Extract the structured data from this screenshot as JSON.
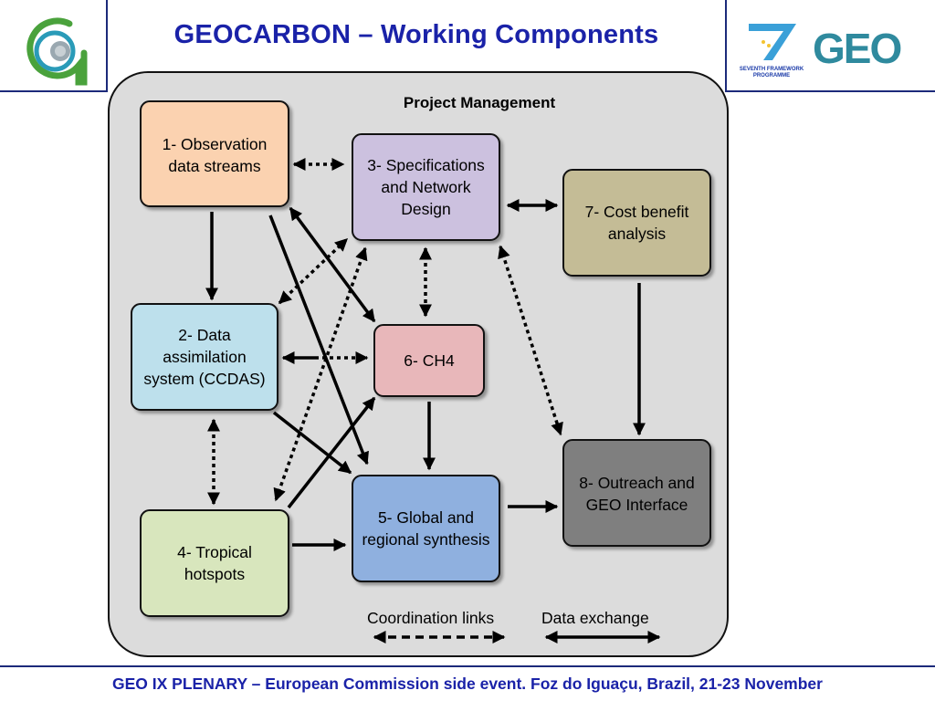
{
  "header": {
    "title": "GEOCARBON – Working Components",
    "fp7_logo_text": "SEVENTH FRAMEWORK PROGRAMME",
    "geo_logo_text": "GEO"
  },
  "diagram": {
    "panel_title": "Project Management",
    "boxes": {
      "b1": "1- Observation data streams",
      "b2": "2- Data assimilation system (CCDAS)",
      "b3": "3- Specifications and Network Design",
      "b4": "4- Tropical hotspots",
      "b5": "5- Global and regional synthesis",
      "b6": "6- CH4",
      "b7": "7- Cost benefit analysis",
      "b8": "8- Outreach and GEO Interface"
    },
    "legend": {
      "coordination": "Coordination links",
      "data_exchange": "Data exchange"
    },
    "colors": {
      "b1": "#fbd2b0",
      "b2": "#bde0ec",
      "b3": "#ccc1df",
      "b4": "#d8e6bd",
      "b5": "#8fb0df",
      "b6": "#e8b7ba",
      "b7": "#c4bc96",
      "b8": "#7f7f7f"
    }
  },
  "footer": {
    "text": "GEO IX PLENARY – European Commission side event. Foz do Iguaçu, Brazil, 21-23 November"
  }
}
